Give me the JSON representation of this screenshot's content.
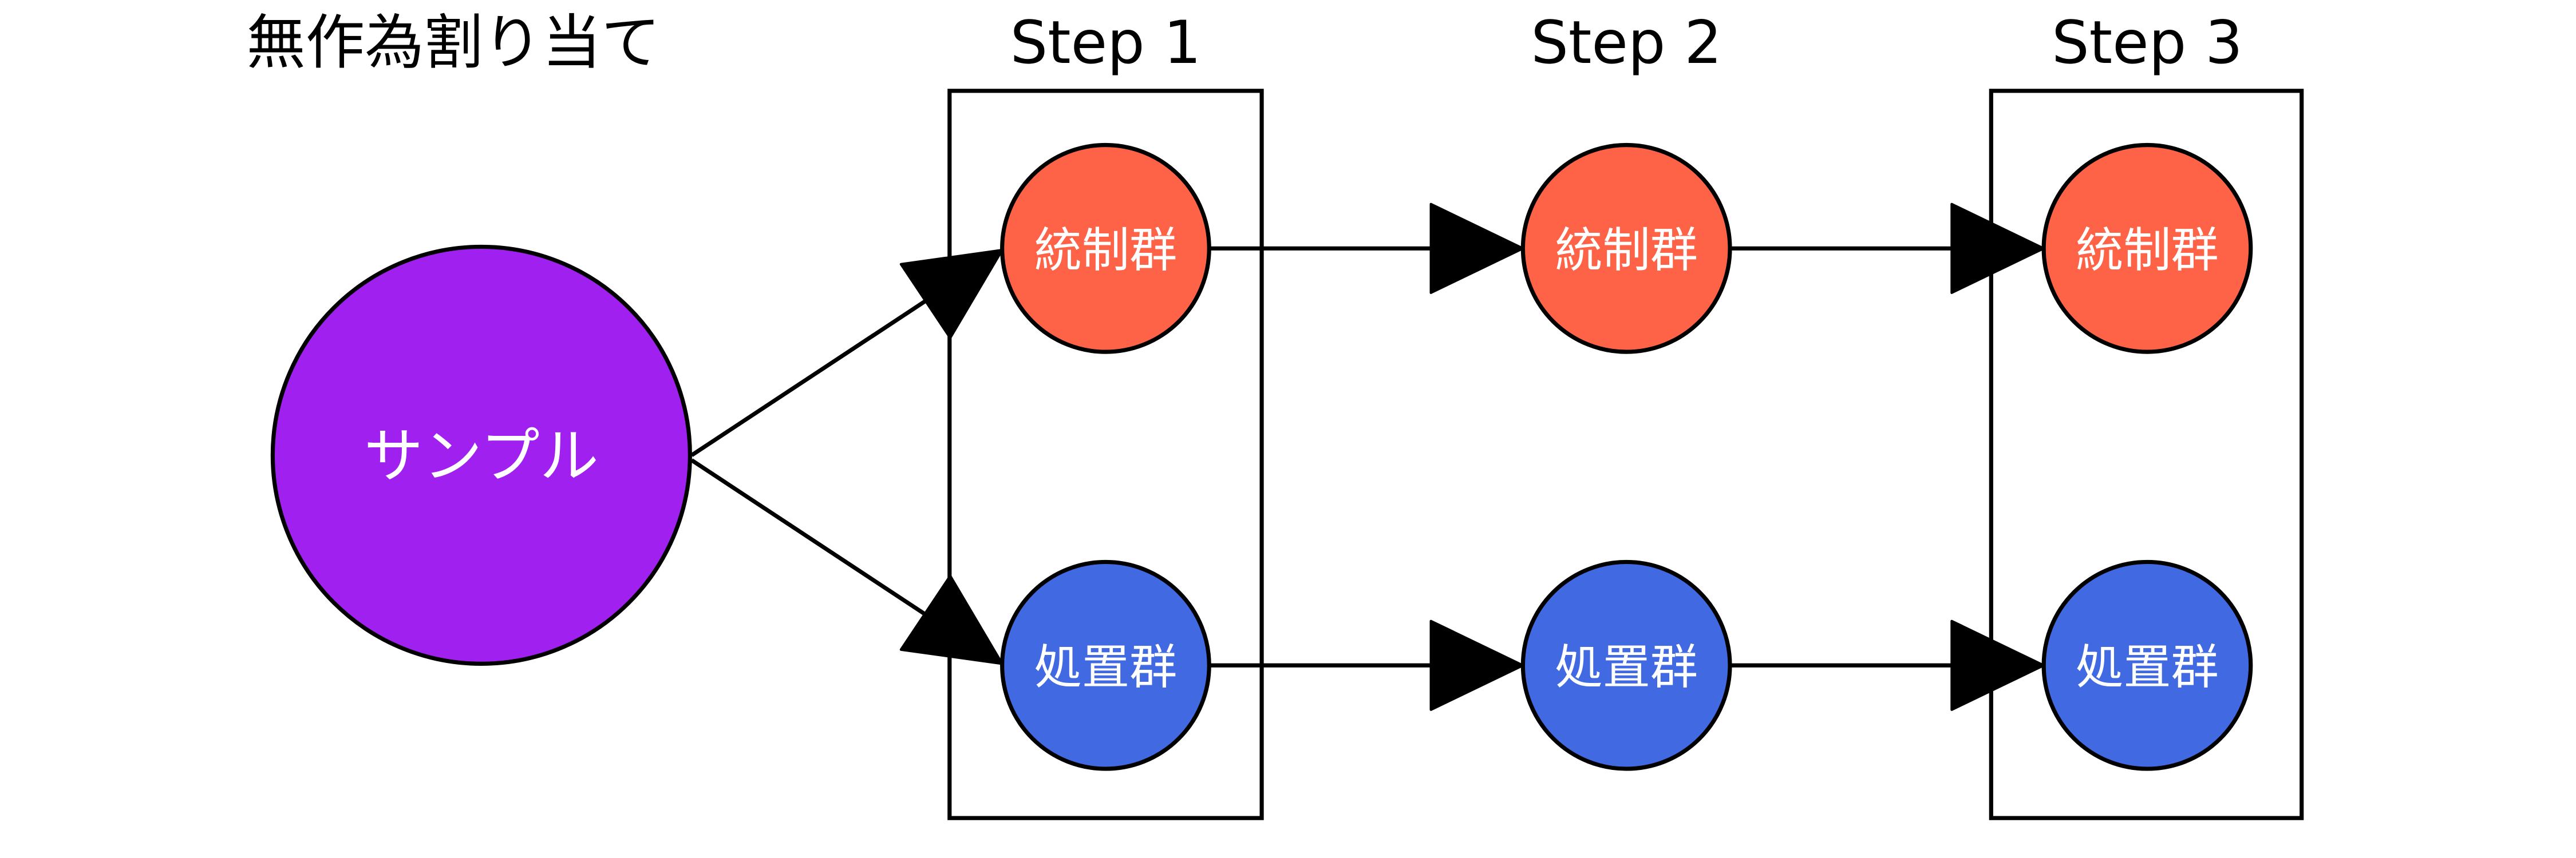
{
  "title": "無作為割り当て",
  "steps": [
    "Step 1",
    "Step 2",
    "Step 3"
  ],
  "sample": {
    "label": "サンプル",
    "color": "#A020F0"
  },
  "control": {
    "label": "統制群",
    "color": "#FF6347"
  },
  "treatment": {
    "label": "処置群",
    "color": "#4169E1"
  }
}
